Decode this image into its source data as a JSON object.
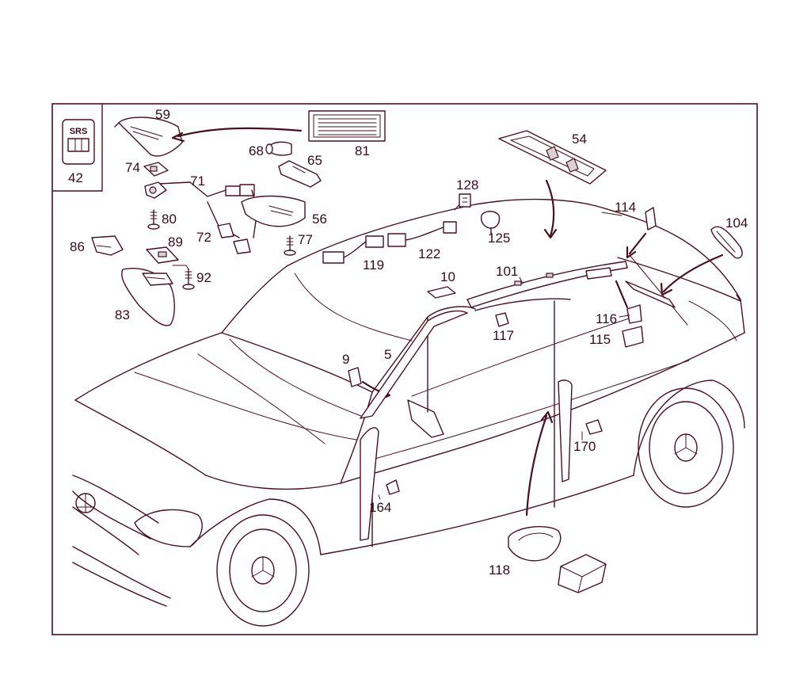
{
  "srs_badge": {
    "text": "SRS",
    "part_number": "42"
  },
  "callouts": [
    {
      "id": "59",
      "text": "59"
    },
    {
      "id": "81",
      "text": "81"
    },
    {
      "id": "68",
      "text": "68"
    },
    {
      "id": "65",
      "text": "65"
    },
    {
      "id": "74",
      "text": "74"
    },
    {
      "id": "71",
      "text": "71"
    },
    {
      "id": "56",
      "text": "56"
    },
    {
      "id": "80",
      "text": "80"
    },
    {
      "id": "72",
      "text": "72"
    },
    {
      "id": "77",
      "text": "77"
    },
    {
      "id": "86",
      "text": "86"
    },
    {
      "id": "89",
      "text": "89"
    },
    {
      "id": "92",
      "text": "92"
    },
    {
      "id": "83",
      "text": "83"
    },
    {
      "id": "54",
      "text": "54"
    },
    {
      "id": "128",
      "text": "128"
    },
    {
      "id": "114",
      "text": "114"
    },
    {
      "id": "104",
      "text": "104"
    },
    {
      "id": "125",
      "text": "125"
    },
    {
      "id": "119",
      "text": "119"
    },
    {
      "id": "122",
      "text": "122"
    },
    {
      "id": "101",
      "text": "101"
    },
    {
      "id": "10",
      "text": "10"
    },
    {
      "id": "116",
      "text": "116"
    },
    {
      "id": "117",
      "text": "117"
    },
    {
      "id": "115",
      "text": "115"
    },
    {
      "id": "9",
      "text": "9"
    },
    {
      "id": "5",
      "text": "5"
    },
    {
      "id": "170",
      "text": "170"
    },
    {
      "id": "164",
      "text": "164"
    },
    {
      "id": "118",
      "text": "118"
    }
  ]
}
